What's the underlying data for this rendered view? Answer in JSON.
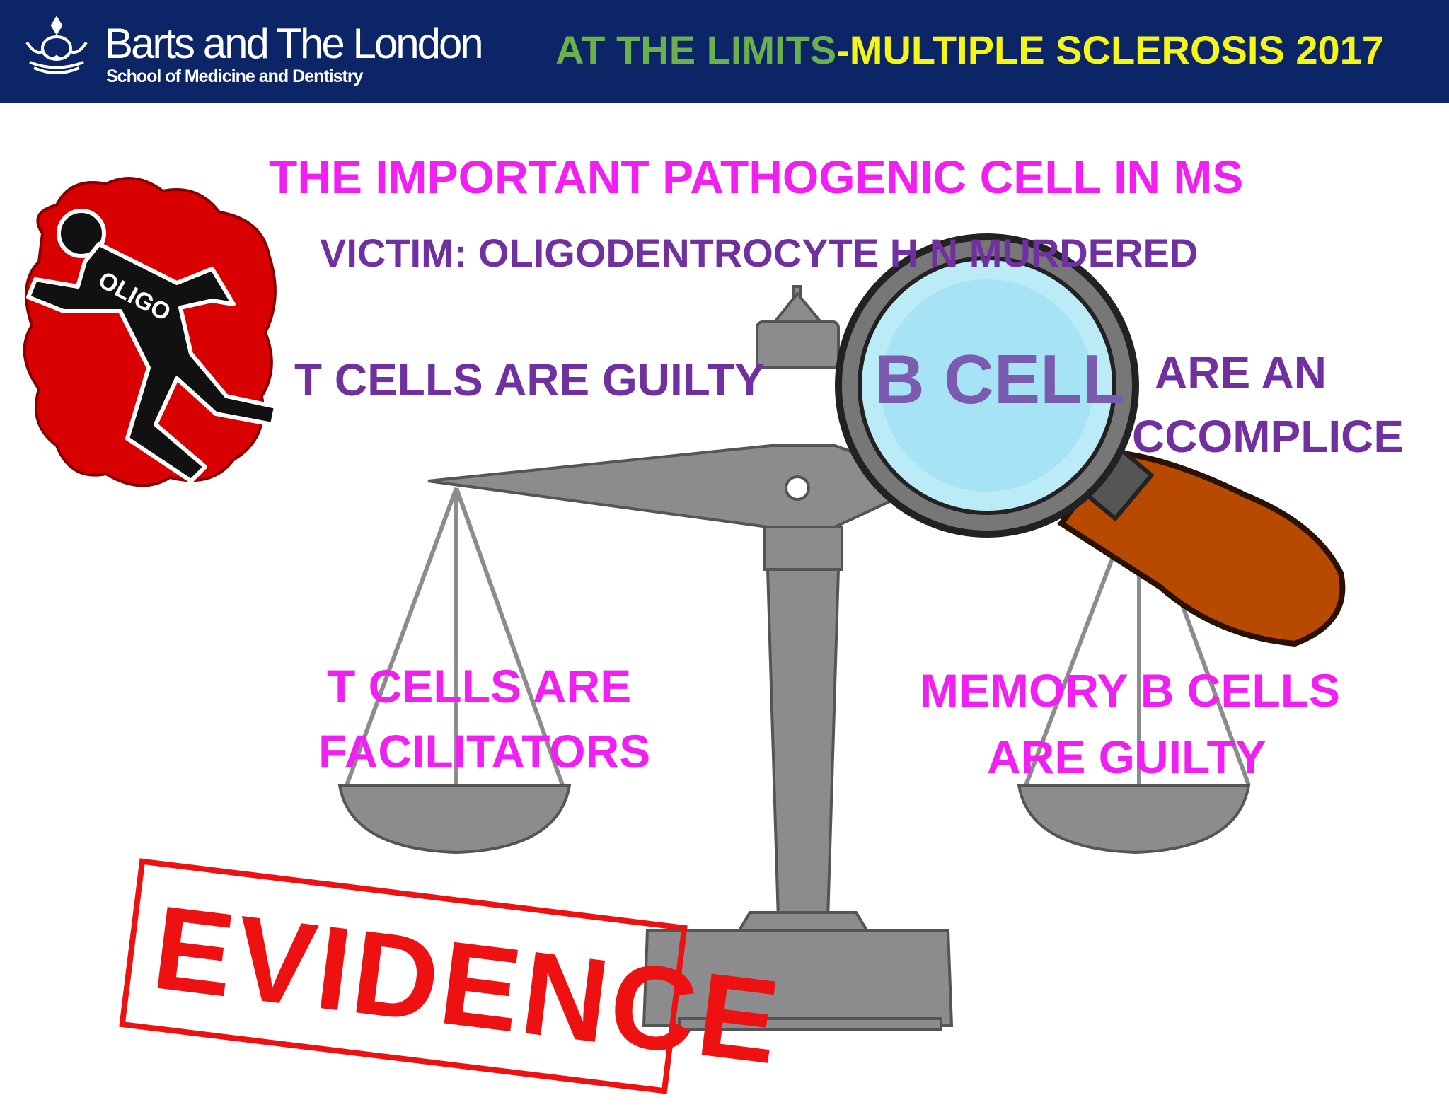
{
  "header": {
    "logo_main": "Barts and The London",
    "logo_sub": "School of Medicine and Dentistry",
    "title_part1": "AT THE LIMITS",
    "title_part2": "-MULTIPLE SCLEROSIS 2017"
  },
  "slide": {
    "main_title": "THE IMPORTANT PATHOGENIC CELL IN MS",
    "victim_line": "VICTIM: OLIGODENTROCYTE H  N MURDERED",
    "t_cells_guilty": "T CELLS ARE GUILTY",
    "b_cell": "B CELL",
    "are_an": "ARE AN",
    "accomplice": "CCOMPLICE",
    "t_cells_facilitators_line1": "T CELLS ARE",
    "t_cells_facilitators_line2": "FACILITATORS",
    "memory_b_line1": "MEMORY B CELLS",
    "memory_b_line2": "ARE GUILTY",
    "oligo_label": "OLIGO",
    "stamp_text": "EVIDENCE"
  },
  "colors": {
    "header_bg": "#0b2566",
    "title_green": "#6ab04c",
    "title_yellow": "#f5f516",
    "magenta": "#f21ff2",
    "purple": "#7030a0",
    "stamp_red": "#ee1111"
  },
  "icons": [
    "crown-logo-icon",
    "chalk-outline-body-icon",
    "scales-of-justice-icon",
    "magnifying-glass-icon"
  ]
}
